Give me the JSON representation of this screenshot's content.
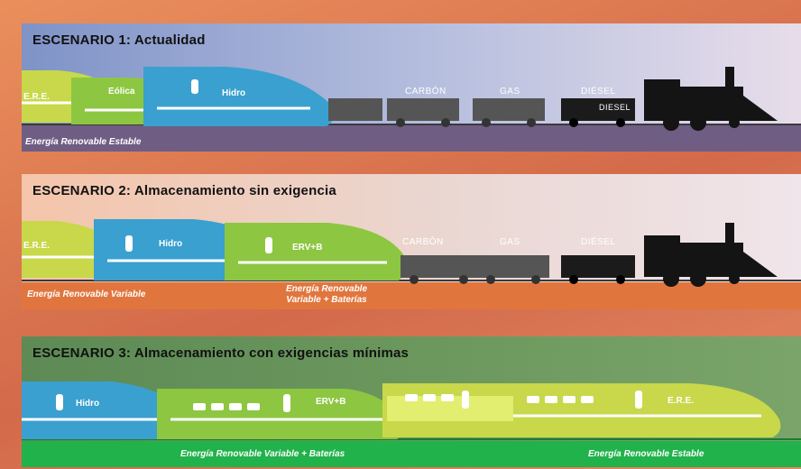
{
  "scenarios": [
    {
      "title": "ESCENARIO 1: Actualidad",
      "ground_label": "Energía Renovable Estable",
      "train_labels": [
        "E.R.E.",
        "Eólica",
        "Hidro"
      ],
      "cart_labels": [
        "CARBÓN",
        "GAS",
        "DIÉSEL",
        "DIESEL"
      ]
    },
    {
      "title": "ESCENARIO 2:  Almacenamiento sin exigencia",
      "ground_labels": [
        "Energía Renovable Variable",
        "Energía Renovable Variable + Baterías"
      ],
      "train_labels": [
        "E.R.E.",
        "Hidro",
        "ERV+B"
      ],
      "cart_labels": [
        "CARBÓN",
        "GAS",
        "DIÉSEL"
      ]
    },
    {
      "title": "ESCENARIO 3: Almacenamiento con exigencias mínimas",
      "ground_labels": [
        "Energía Renovable Variable + Baterías",
        "Energía Renovable Estable"
      ],
      "train_labels": [
        "Hidro",
        "ERV+B",
        "E.R.E."
      ]
    }
  ],
  "colors": {
    "lime": "#c8d84a",
    "light_green": "#8dc641",
    "blue": "#3aa0cf",
    "dark_grey": "#555555",
    "black": "#111111",
    "purple_ground": "#6f5d84",
    "orange_ground": "#e0763e",
    "green_ground": "#21b24b"
  }
}
